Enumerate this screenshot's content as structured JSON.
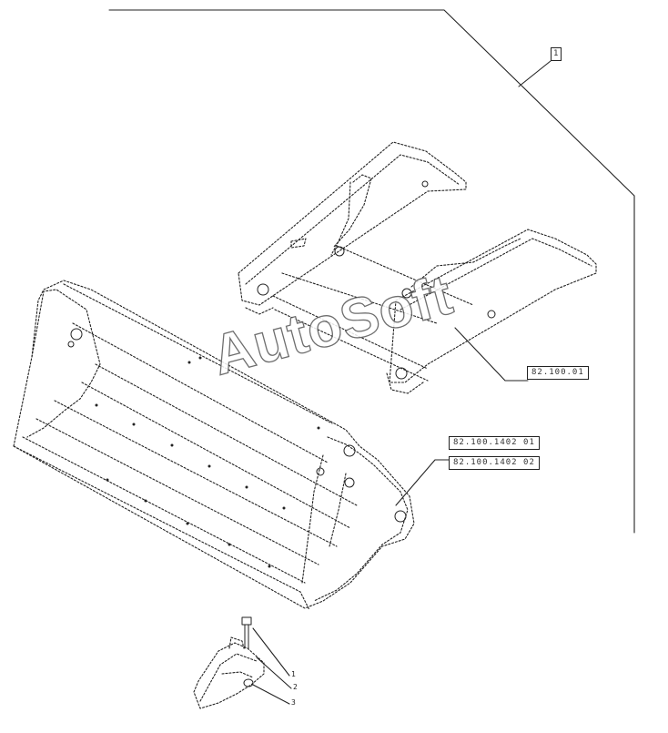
{
  "diagram": {
    "top_ref": "1",
    "refs": {
      "arm": "82.100.01",
      "bucket_a": "82.100.1402 01",
      "bucket_b": "82.100.1402 02"
    },
    "callouts": [
      "1",
      "2",
      "3"
    ],
    "watermark": "AutoSoft",
    "line_color": "#222222"
  }
}
